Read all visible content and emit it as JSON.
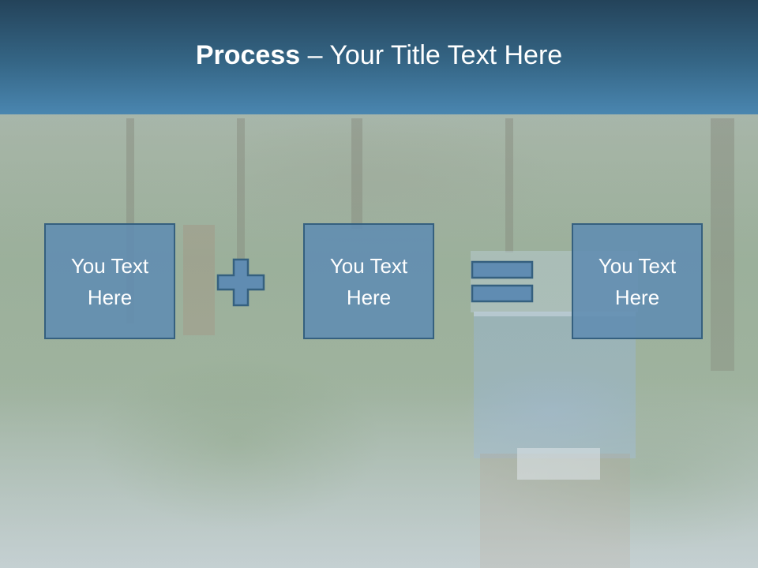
{
  "slide": {
    "title_bold": "Process",
    "title_rest": " – Your Title Text Here"
  },
  "process": {
    "box1": {
      "line1": "You Text",
      "line2": "Here"
    },
    "box2": {
      "line1": "You Text",
      "line2": "Here"
    },
    "box3": {
      "line1": "You Text",
      "line2": "Here"
    }
  },
  "colors": {
    "header_top": "#24435a",
    "header_bottom": "#4a86b0",
    "box_fill": "#608cb2",
    "box_border": "#35607f"
  },
  "icons": {
    "operator1": "plus-icon",
    "operator2": "equals-icon"
  }
}
